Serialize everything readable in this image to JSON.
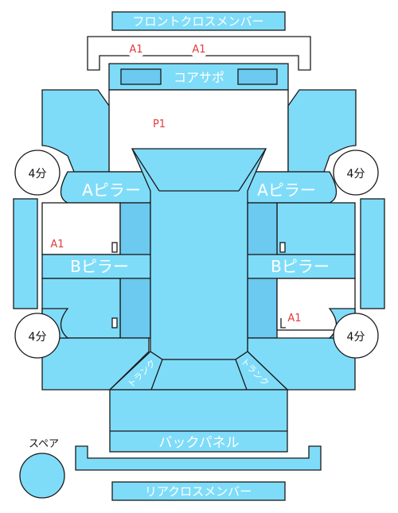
{
  "labels": {
    "front_cross_member": "フロントクロスメンバー",
    "core_support": "コアサポ",
    "a_pillar_left": "Aピラー",
    "a_pillar_right": "Aピラー",
    "b_pillar_left": "Bピラー",
    "b_pillar_right": "Bピラー",
    "back_panel": "バックパネル",
    "rear_cross_member": "リアクロスメンバー",
    "trunk_left": "トランク",
    "trunk_right": "トランク",
    "spare": "スペア"
  },
  "badges": {
    "front_left": "4分",
    "front_right": "4分",
    "rear_left": "4分",
    "rear_right": "4分"
  },
  "marks": {
    "a1_top_left": "A1",
    "a1_top_right": "A1",
    "p1": "P1",
    "a1_left_door": "A1",
    "a1_right_rear": "A1"
  },
  "colors": {
    "panel": "#7fdcf9",
    "mark": "#e03c3c"
  }
}
